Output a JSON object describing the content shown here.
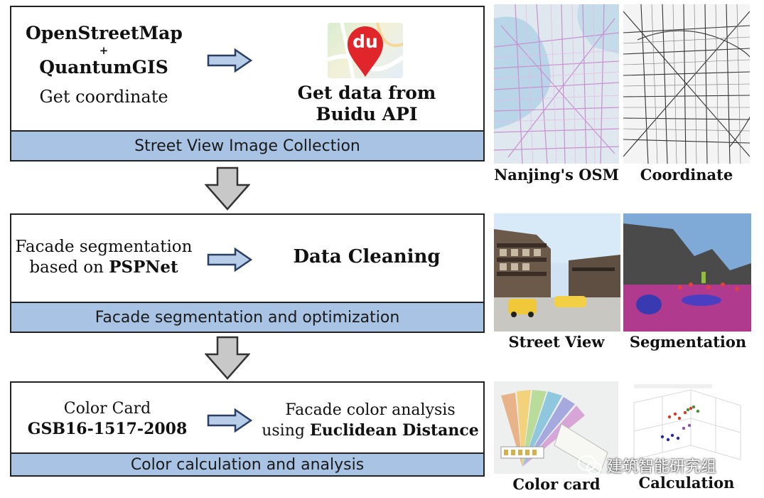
{
  "panel1": {
    "tool_line1": "OpenStreetMap",
    "tool_plus": "+",
    "tool_line2": "QuantumGIS",
    "tool_line3": "Get coordinate",
    "api_logo_text": "du",
    "api_line1": "Get data from",
    "api_line2": "Buidu API",
    "band_label": "Street View Image Collection"
  },
  "panel2": {
    "seg_line1": "Facade segmentation",
    "seg_line2_prefix": "based on ",
    "seg_line2_bold": "PSPNet",
    "cleaning": "Data Cleaning",
    "band_label": "Facade segmentation and optimization"
  },
  "panel3": {
    "card_line1": "Color Card",
    "card_line2": "GSB16-1517-2008",
    "analysis_line1": "Facade color analysis",
    "analysis_line2_prefix": "using ",
    "analysis_line2_bold": "Euclidean Distance",
    "band_label": "Color calculation and analysis"
  },
  "captions": {
    "osm": "Nanjing's OSM",
    "coordinate": "Coordinate",
    "street_view": "Street View",
    "segmentation": "Segmentation",
    "color_card": "Color card",
    "calculation": "Calculation"
  },
  "watermark": {
    "text": "建筑智能研究组"
  },
  "colors": {
    "band": "#a9c3e4",
    "arrow_fill": "#b8cde8",
    "down_arrow": "#c8c8c8",
    "baidu_red": "#e0262b"
  }
}
